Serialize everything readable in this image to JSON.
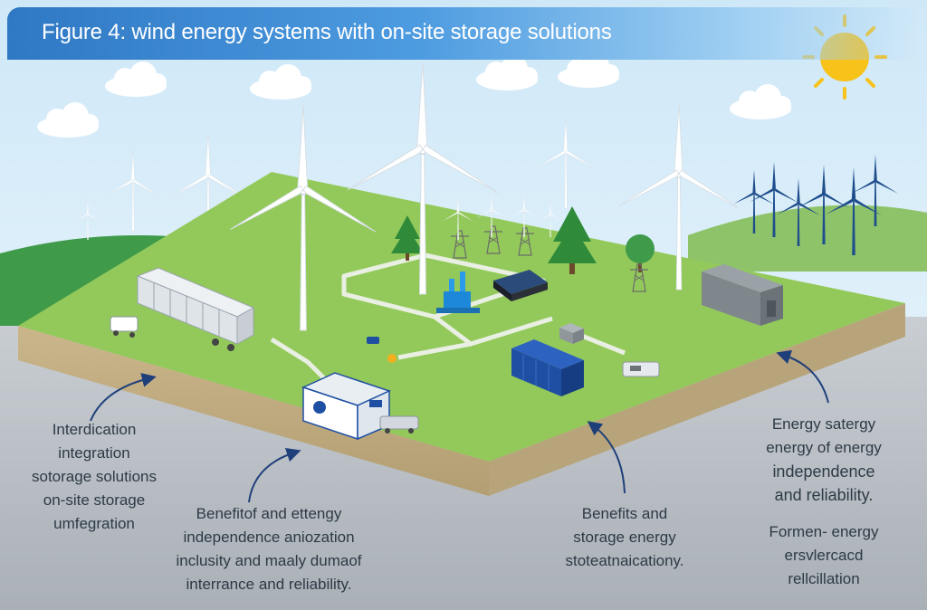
{
  "title": "Figure 4: wind energy systems with on-site storage solutions",
  "captions": {
    "left": [
      "Interdication",
      "integration",
      "sotorage solutions",
      "on-site storage",
      "umfegration"
    ],
    "middle": [
      "Benefitof and ettengy",
      "independence aniozation",
      "inclusity and maaly dumaof",
      "interrance and reliability."
    ],
    "right_middle": [
      "Benefits and",
      "storage energy",
      "stoteatnaicationy."
    ],
    "right_top": [
      "Energy satergy",
      "energy of energy",
      "independence",
      "and reliability."
    ],
    "right_bottom": [
      "Formen- energy",
      "ersvlercacd",
      "rellcillation"
    ]
  },
  "colors": {
    "sky": "#dbeef9",
    "grass": "#93c95a",
    "soil": "#c8b48a",
    "turbine": "#ffffff",
    "dark_turbine": "#1f4e8c",
    "sun": "#f7c21a",
    "battery_blue": "#1e4fa3",
    "arrow": "#1f3f7a"
  },
  "icons": [
    "sun-icon",
    "cloud-icon",
    "wind-turbine-icon",
    "tree-icon",
    "battery-container-icon",
    "transmission-tower-icon",
    "building-icon",
    "arrow-icon"
  ]
}
